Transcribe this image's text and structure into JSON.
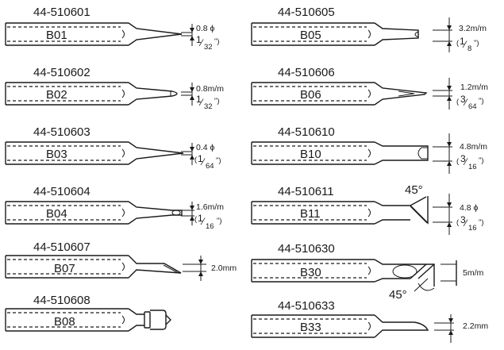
{
  "tips": [
    {
      "part": "44-510601",
      "code": "B01",
      "dim": "0.8 ϕ",
      "frac_num": "1",
      "frac_den": "32",
      "frac_suffix": "\")",
      "shape": "conical-fine"
    },
    {
      "part": "44-510602",
      "code": "B02",
      "dim": "0.8m/m",
      "frac_num": "1",
      "frac_den": "32",
      "frac_suffix": "\")",
      "shape": "conical-blunt"
    },
    {
      "part": "44-510603",
      "code": "B03",
      "dim": "0.4 ϕ",
      "frac_num": "1",
      "frac_den": "64",
      "frac_suffix": "\")",
      "shape": "conical-sharp"
    },
    {
      "part": "44-510604",
      "code": "B04",
      "dim": "1.6m/m",
      "frac_num": "1",
      "frac_den": "16",
      "frac_suffix": "\")",
      "shape": "conical-flat"
    },
    {
      "part": "44-510607",
      "code": "B07",
      "dim": "2.0mm",
      "shape": "bevel"
    },
    {
      "part": "44-510608",
      "code": "B08",
      "shape": "cap"
    },
    {
      "part": "44-510605",
      "code": "B05",
      "dim": "3.2m/m",
      "frac_num": "1",
      "frac_den": "8",
      "frac_suffix": "\")",
      "shape": "screwdriver-cup"
    },
    {
      "part": "44-510606",
      "code": "B06",
      "dim": "1.2m/m",
      "frac_num": "3",
      "frac_den": "64",
      "frac_suffix": "\")",
      "shape": "forked"
    },
    {
      "part": "44-510610",
      "code": "B10",
      "dim": "4.8m/m",
      "frac_num": "3",
      "frac_den": "16",
      "frac_suffix": "\")",
      "shape": "chisel-cup"
    },
    {
      "part": "44-510611",
      "code": "B11",
      "dim": "4.8 ϕ",
      "frac_num": "3",
      "frac_den": "16",
      "frac_suffix": "\")",
      "angle": "45°",
      "shape": "angled-45"
    },
    {
      "part": "44-510630",
      "code": "B30",
      "dim": "5m/m",
      "angle": "45°",
      "shape": "bevel-45-hollow"
    },
    {
      "part": "44-510633",
      "code": "B33",
      "dim": "2.2mm",
      "shape": "hoof"
    }
  ],
  "frac_open": "(",
  "icons": {
    "arrow": "dimension-arrow-icon"
  }
}
